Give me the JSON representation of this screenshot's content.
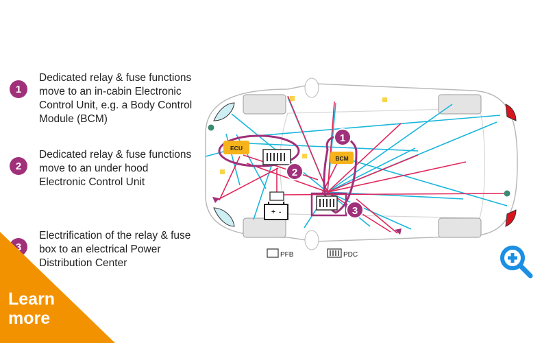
{
  "steps": [
    {
      "number": "1",
      "text": "Dedicated relay & fuse functions move to an in-cabin Electronic Control Unit, e.g. a Body Control Module (BCM)"
    },
    {
      "number": "2",
      "text": "Dedicated relay & fuse functions move to an under hood Electronic Control Unit"
    },
    {
      "number": "3",
      "text": "Electrification of the relay & fuse box to an electrical Power Distribution Center"
    }
  ],
  "diagram": {
    "ecu_label": "ECU",
    "bcm_label": "BCM",
    "markers": [
      "1",
      "2",
      "3"
    ],
    "legend_pfb": "PFB",
    "legend_pdc": "PDC",
    "battery_plus": "+",
    "battery_minus": "-"
  },
  "cta": {
    "line1": "Learn",
    "line2": "more"
  },
  "colors": {
    "accent": "#a0307a",
    "wire_cyan": "#1ab6dc",
    "wire_red": "#e0285c",
    "ecu_fill": "#f6b31a",
    "cta_orange": "#f39200",
    "zoom_blue": "#1a8fe3"
  },
  "icons": {
    "zoom": "zoom-in-icon"
  }
}
